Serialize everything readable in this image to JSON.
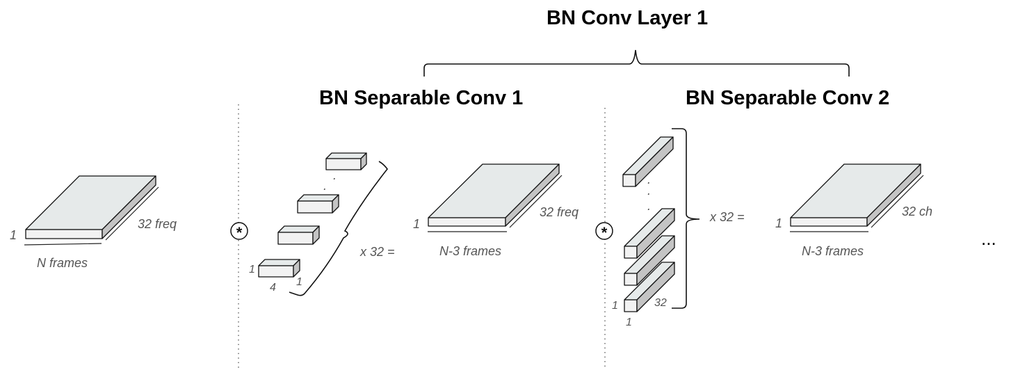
{
  "titles": {
    "layer": "BN Conv Layer 1",
    "sep1": "BN Separable Conv 1",
    "sep2": "BN Separable Conv 2"
  },
  "input": {
    "height": "1",
    "depth": "32 freq",
    "width": "N frames"
  },
  "op_symbol": "*",
  "sep1": {
    "dots": ". ",
    "kernel_height": "1",
    "kernel_width": "4",
    "kernel_depth": "1",
    "multiplier": "x 32 =",
    "out_height": "1",
    "out_depth": "32 freq",
    "out_width": "N-3 frames"
  },
  "sep2": {
    "kernel_height": "1",
    "kernel_width": "1",
    "kernel_depth": "32",
    "multiplier": "x 32 =",
    "out_height": "1",
    "out_depth": "32 ch",
    "out_width": "N-3 frames"
  },
  "ellipsis": "..."
}
